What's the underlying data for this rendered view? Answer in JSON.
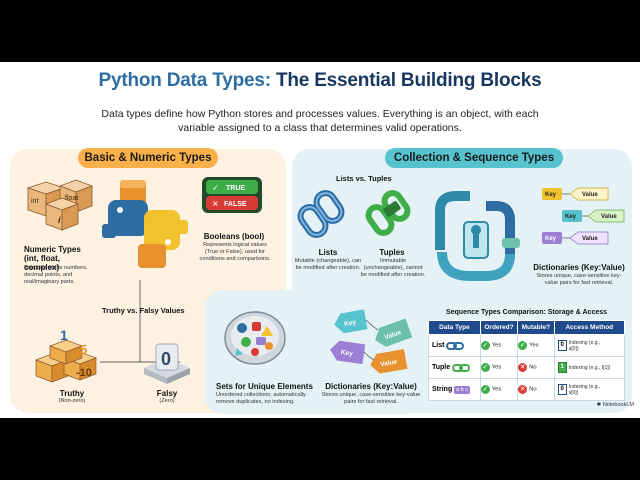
{
  "title_part1": "Python Data Types:",
  "title_part2": "The Essential Building Blocks",
  "subtitle": "Data types define how Python stores and processes values. Everything is an object, with each variable assigned to a class that determines valid operations.",
  "left_panel": {
    "header": "Basic & Numeric Types",
    "cube_labels": [
      "int",
      "float",
      "i"
    ],
    "numeric_title": "Numeric Types (int, float, complex)",
    "numeric_desc": "Supports whole numbers, decimal points, and real/imaginary parts.",
    "bool_tags": [
      "TRUE",
      "FALSE"
    ],
    "bool_title": "Booleans (bool)",
    "bool_desc": "Represents logical values (True or False), used for conditions and comparisons.",
    "truthy_header": "Truthy vs. Falsy Values",
    "truthy_digits": [
      "1",
      "5",
      "-10"
    ],
    "truthy_title": "Truthy",
    "truthy_sub": "(Non-zero)",
    "falsy_digit": "0",
    "falsy_title": "Falsy",
    "falsy_sub": "(Zero)"
  },
  "right_panel": {
    "header": "Collection & Sequence Types",
    "lists_tuples_header": "Lists vs. Tuples",
    "lists_title": "Lists",
    "lists_desc": "Mutable (changeable), can be modified after creation.",
    "tuples_title": "Tuples",
    "tuples_desc": "Immutable (unchangeable), cannot be modified after creation.",
    "kv_tags": [
      {
        "key": "Key",
        "value": "Value"
      },
      {
        "key": "Key",
        "value": "Value"
      },
      {
        "key": "Key",
        "value": "Value"
      }
    ],
    "dict_title": "Dictionaries (Key:Value)",
    "dict_desc": "Stores unique, case-sensitive key-value pairs for fast retrieval.",
    "sets_title": "Sets for Unique Elements",
    "sets_desc": "Unordered collections; automatically remove duplicates, no indexing.",
    "dict2_tags": [
      {
        "key": "Key",
        "value": "Value"
      },
      {
        "key": "Key",
        "value": "Value"
      }
    ],
    "dict2_title": "Dictionaries (Key:Value)",
    "dict2_desc": "Stores unique, case-sensitive key-value pairs for fast retrieval."
  },
  "table": {
    "caption": "Sequence Types Comparison: Storage & Access",
    "headers": [
      "Data Type",
      "Ordered?",
      "Mutable?",
      "Access Method"
    ],
    "rows": [
      {
        "type": "List",
        "ordered": "Yes",
        "mutable": "Yes",
        "access": "Indexing (e.g., a[0])",
        "idx": "0"
      },
      {
        "type": "Tuple",
        "ordered": "Yes",
        "mutable": "No",
        "access": "Indexing (e.g., t[1])",
        "idx": "1"
      },
      {
        "type": "String",
        "ordered": "Yes",
        "mutable": "No",
        "access": "Indexing (e.g., s[0])",
        "idx": "0",
        "chip": "a b c"
      }
    ]
  },
  "footer": "NotebookLM",
  "colors": {
    "title_dark": "#17375e",
    "title_blue": "#2e6da4",
    "orange": "#f9b04a",
    "teal": "#57c3cf",
    "navy": "#1f4b8c",
    "yes_green": "#3fae49",
    "no_red": "#d83a36"
  }
}
